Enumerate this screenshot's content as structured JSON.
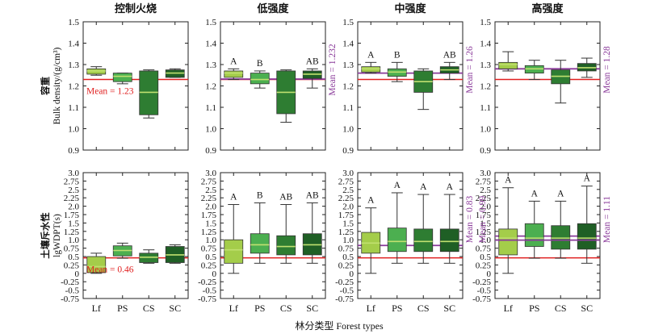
{
  "colors": {
    "Lf": "#a4cd4a",
    "PS": "#4caf50",
    "CS": "#2e7d32",
    "SC": "#1f5f25",
    "median": "#c0e070",
    "red_line": "#e02020",
    "purple_line": "#8a3a9a"
  },
  "chart_data": {
    "type": "boxplot",
    "categories": [
      "Lf",
      "PS",
      "CS",
      "SC"
    ],
    "panel_titles": [
      "控制火烧",
      "低强度",
      "中强度",
      "高强度"
    ],
    "xlabel": "林分类型 Forest types",
    "rows": [
      {
        "id": "bulk",
        "ylabel_cn": "容重",
        "ylabel_en": "Bulk density/(g/cm³)",
        "ylim": [
          0.9,
          1.5
        ],
        "ticks": [
          "0.9",
          "1.0",
          "1.1",
          "1.2",
          "1.3",
          "1.4",
          "1.5"
        ],
        "control_mean": {
          "value": 1.23,
          "label": "Mean = 1.23"
        },
        "panels": [
          {
            "mean_label": "",
            "mean_value": null,
            "letters": [
              "",
              "",
              "",
              ""
            ],
            "boxes": [
              {
                "min": 1.25,
                "q1": 1.255,
                "median": 1.27,
                "q3": 1.28,
                "max": 1.29
              },
              {
                "min": 1.21,
                "q1": 1.22,
                "median": 1.245,
                "q3": 1.26,
                "max": 1.26
              },
              {
                "min": 1.05,
                "q1": 1.065,
                "median": 1.17,
                "q3": 1.27,
                "max": 1.275
              },
              {
                "min": 1.24,
                "q1": 1.24,
                "median": 1.26,
                "q3": 1.275,
                "max": 1.28
              }
            ]
          },
          {
            "mean_label": "Mean = 1.232",
            "mean_value": 1.232,
            "letters": [
              "A",
              "B",
              "",
              "AB"
            ],
            "boxes": [
              {
                "min": 1.23,
                "q1": 1.24,
                "median": 1.26,
                "q3": 1.27,
                "max": 1.28
              },
              {
                "min": 1.19,
                "q1": 1.21,
                "median": 1.23,
                "q3": 1.26,
                "max": 1.27
              },
              {
                "min": 1.03,
                "q1": 1.07,
                "median": 1.17,
                "q3": 1.27,
                "max": 1.275
              },
              {
                "min": 1.19,
                "q1": 1.235,
                "median": 1.255,
                "q3": 1.27,
                "max": 1.28
              }
            ]
          },
          {
            "mean_label": "Mean = 1.26",
            "mean_value": 1.26,
            "letters": [
              "A",
              "B",
              "",
              "AB"
            ],
            "boxes": [
              {
                "min": 1.26,
                "q1": 1.265,
                "median": 1.28,
                "q3": 1.29,
                "max": 1.31
              },
              {
                "min": 1.22,
                "q1": 1.245,
                "median": 1.265,
                "q3": 1.28,
                "max": 1.31
              },
              {
                "min": 1.09,
                "q1": 1.17,
                "median": 1.22,
                "q3": 1.27,
                "max": 1.28
              },
              {
                "min": 1.23,
                "q1": 1.26,
                "median": 1.275,
                "q3": 1.29,
                "max": 1.31
              }
            ]
          },
          {
            "mean_label": "Mean = 1.28",
            "mean_value": 1.28,
            "letters": [
              "",
              "",
              "",
              ""
            ],
            "boxes": [
              {
                "min": 1.27,
                "q1": 1.28,
                "median": 1.3,
                "q3": 1.31,
                "max": 1.36
              },
              {
                "min": 1.23,
                "q1": 1.26,
                "median": 1.28,
                "q3": 1.295,
                "max": 1.32
              },
              {
                "min": 1.12,
                "q1": 1.21,
                "median": 1.245,
                "q3": 1.275,
                "max": 1.32
              },
              {
                "min": 1.24,
                "q1": 1.27,
                "median": 1.285,
                "q3": 1.305,
                "max": 1.33
              }
            ]
          }
        ]
      },
      {
        "id": "wdpt",
        "ylabel_cn": "土壤斥水性",
        "ylabel_en": "lgWDPT(s)",
        "ylim": [
          -0.75,
          3.0
        ],
        "ticks": [
          "-0.75",
          "-0.5",
          "-0.25",
          "0",
          "0.25",
          "0.5",
          "0.75",
          "1.0",
          "1.25",
          "1.5",
          "1.75",
          "2.0",
          "2.25",
          "2.5",
          "2.75",
          "3.0"
        ],
        "control_mean": {
          "value": 0.46,
          "label": "Mean = 0.46"
        },
        "panels": [
          {
            "mean_label": "",
            "mean_value": null,
            "letters": [
              "",
              "",
              "",
              ""
            ],
            "boxes": [
              {
                "min": 0.0,
                "q1": 0.02,
                "median": 0.2,
                "q3": 0.5,
                "max": 0.6
              },
              {
                "min": 0.45,
                "q1": 0.52,
                "median": 0.68,
                "q3": 0.82,
                "max": 0.9
              },
              {
                "min": 0.3,
                "q1": 0.32,
                "median": 0.48,
                "q3": 0.6,
                "max": 0.7
              },
              {
                "min": 0.3,
                "q1": 0.32,
                "median": 0.55,
                "q3": 0.8,
                "max": 0.85
              }
            ]
          },
          {
            "mean_label": "",
            "mean_value": null,
            "letters": [
              "A",
              "B",
              "AB",
              "AB"
            ],
            "boxes": [
              {
                "min": 0.0,
                "q1": 0.3,
                "median": 0.7,
                "q3": 1.0,
                "max": 2.05
              },
              {
                "min": 0.3,
                "q1": 0.6,
                "median": 0.85,
                "q3": 1.18,
                "max": 2.1
              },
              {
                "min": 0.3,
                "q1": 0.55,
                "median": 0.8,
                "q3": 1.12,
                "max": 2.05
              },
              {
                "min": 0.3,
                "q1": 0.55,
                "median": 0.85,
                "q3": 1.18,
                "max": 2.1
              }
            ]
          },
          {
            "mean_label": "Mean = 0.83",
            "mean_value": 0.83,
            "letters": [
              "A",
              "A",
              "A",
              "A"
            ],
            "boxes": [
              {
                "min": 0.0,
                "q1": 0.6,
                "median": 0.9,
                "q3": 1.22,
                "max": 1.95
              },
              {
                "min": 0.3,
                "q1": 0.65,
                "median": 0.95,
                "q3": 1.35,
                "max": 2.4
              },
              {
                "min": 0.3,
                "q1": 0.65,
                "median": 0.95,
                "q3": 1.32,
                "max": 2.35
              },
              {
                "min": 0.3,
                "q1": 0.65,
                "median": 0.95,
                "q3": 1.32,
                "max": 2.35
              }
            ]
          },
          {
            "mean_label": "Mean = 1.11",
            "mean_value": 1.11,
            "mean_label_left": "Mean = 0.99",
            "mean_value_left": 0.99,
            "letters": [
              "A",
              "A",
              "A",
              "A"
            ],
            "boxes": [
              {
                "min": 0.0,
                "q1": 0.55,
                "median": 1.05,
                "q3": 1.32,
                "max": 2.55
              },
              {
                "min": 0.45,
                "q1": 0.8,
                "median": 1.05,
                "q3": 1.48,
                "max": 2.15
              },
              {
                "min": 0.45,
                "q1": 0.72,
                "median": 1.05,
                "q3": 1.42,
                "max": 2.15
              },
              {
                "min": 0.3,
                "q1": 0.72,
                "median": 1.05,
                "q3": 1.48,
                "max": 2.6
              }
            ]
          }
        ]
      }
    ]
  }
}
